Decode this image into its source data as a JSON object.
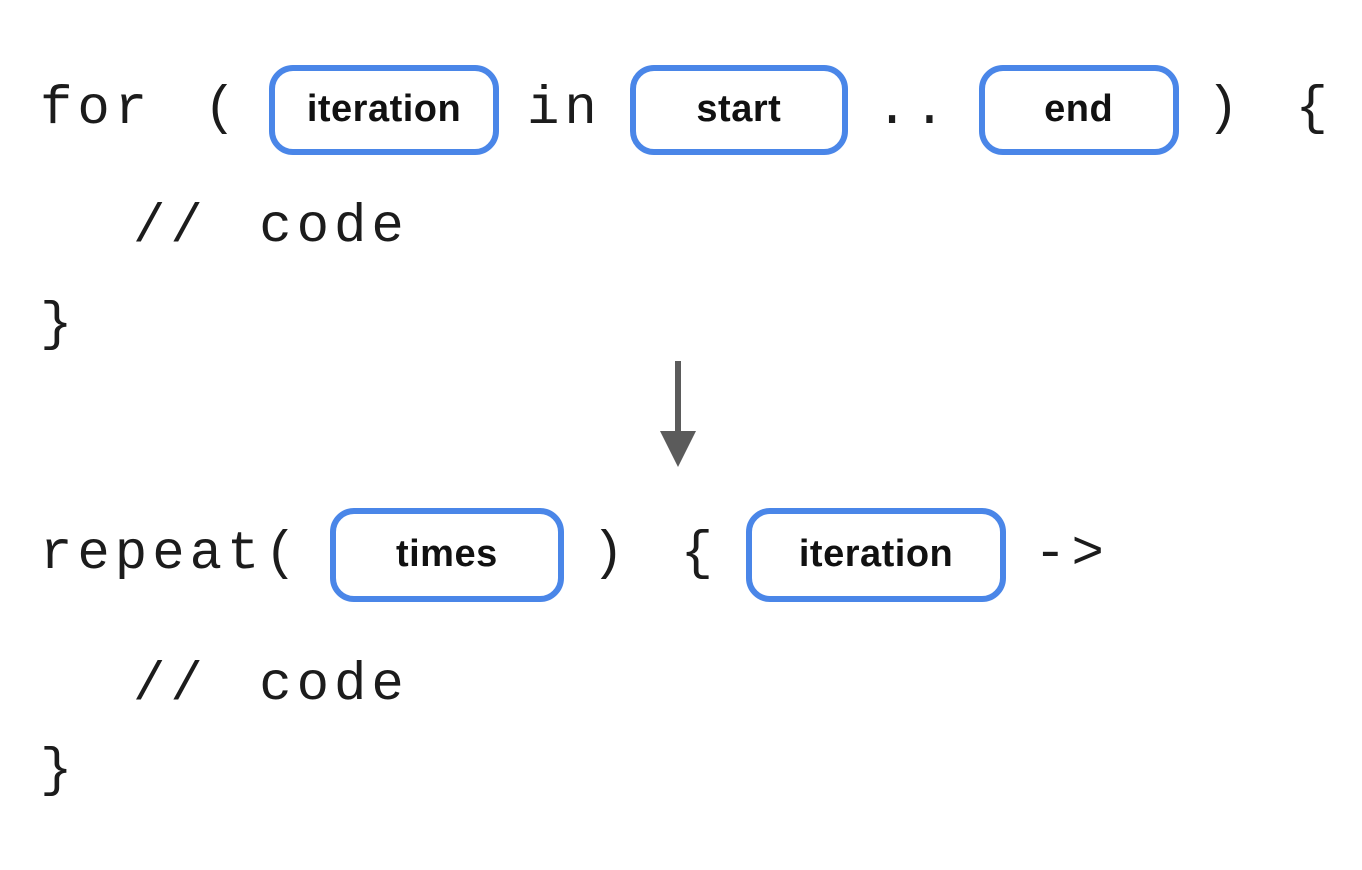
{
  "diagram": {
    "title_semantic": "for-loop to repeat-lambda syntax transformation",
    "colors": {
      "placeholder_border": "#4A86E8",
      "code_text": "#1c1c1c",
      "label_text": "#111111",
      "arrow": "#5B5B5B",
      "background": "#ffffff"
    },
    "arrow_icon": "down-arrow"
  },
  "for_block": {
    "line1": [
      {
        "type": "code",
        "text": "for ("
      },
      {
        "type": "placeholder",
        "label": "iteration"
      },
      {
        "type": "code",
        "text": "in"
      },
      {
        "type": "placeholder",
        "label": "start"
      },
      {
        "type": "code",
        "text": ".."
      },
      {
        "type": "placeholder",
        "label": "end"
      },
      {
        "type": "code",
        "text": ") {"
      }
    ],
    "line2": "// code",
    "line3": "}"
  },
  "repeat_block": {
    "line1": [
      {
        "type": "code",
        "text": "repeat("
      },
      {
        "type": "placeholder",
        "label": "times"
      },
      {
        "type": "code",
        "text": ") {"
      },
      {
        "type": "placeholder",
        "label": "iteration"
      },
      {
        "type": "code",
        "text": "->"
      }
    ],
    "line2": "// code",
    "line3": "}"
  }
}
